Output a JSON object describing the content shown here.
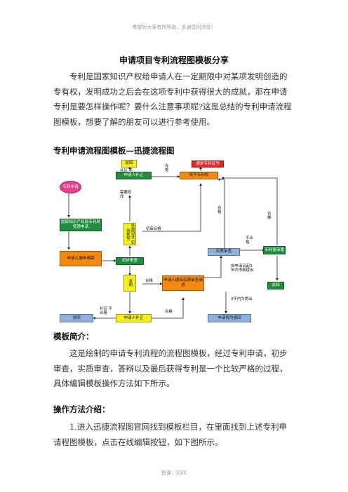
{
  "header_note": "希望对大家有所帮助，多谢您的浏览！",
  "title": "申请项目专利流程图模板分享",
  "intro": "专利是国家知识产权给申请人在一定期限中对某项发明创造的专有权，发明成功之后会在这项专利中获得很大的成就，那在申请专利是要怎样操作呢？要什么注意事项呢?这是总结的专利申请流程图模板，想要了解的朋友可以进行参考使用。",
  "heading_flow": "专利申请流程图模板—迅捷流程图",
  "flow": {
    "colors": {
      "green": "#1e8e3e",
      "yellow": "#f5ef1c",
      "orange": "#f5890f",
      "red": "#e8242b",
      "blue": "#8eb2de",
      "pink": "#ef3b8c"
    },
    "nodes": {
      "rejected_top": "驳回",
      "patent_application": "专利申请",
      "cnipa_accept": "国家知识产权局专利局受理申请",
      "applicant_submit": "申请人撤申请薛",
      "supplement_mid": "申请人补正",
      "grant_patent": "授予专利权",
      "patent_cert": "颁发专利证书",
      "design_utility": "外观设计 实用新型",
      "prelim_exam": "初步审查",
      "invention": "发明",
      "substantive_req": "申请人提出实质审查请求",
      "substantive_exam": "实质审查",
      "reexam": "专利复审委",
      "rejected_right": "驳回",
      "rejected_bottom": "驳回",
      "supplement_bottom": "申请人补正",
      "deemed_withdrawn": "申请视为撤回"
    },
    "labels": {
      "supplement_fail_top": "补证 不合格",
      "pass_top": "合格",
      "need_modify": "需要修改",
      "prelim_pass": "初审合格",
      "pass_mid": "合格",
      "pass_right": "合格",
      "fail_right": "不合格",
      "within_3y_date": "自申请日起3年内书面提出",
      "within_3y": "3年内为提出",
      "pass_inv": "合格",
      "supplement_fail_bottom": "补证 不合格",
      "pass_bottom": "合格"
    }
  },
  "heading_intro": "模板简介：",
  "intro2": "这是绘制的申请专利流程的流程图模板，经过专利申请，初步审查，实质审查，答辩以及最后获得专利是一个比较严格的过程，具体编辑模板操作方法如下所示。",
  "heading_method": "操作方法介绍：",
  "step1": "1.进入迅捷流程图官网找到模板栏目，在里面找到上述专利申请程图模板，点击在线编辑按钮，如下图所示。",
  "footer_note": "授课：XXX"
}
